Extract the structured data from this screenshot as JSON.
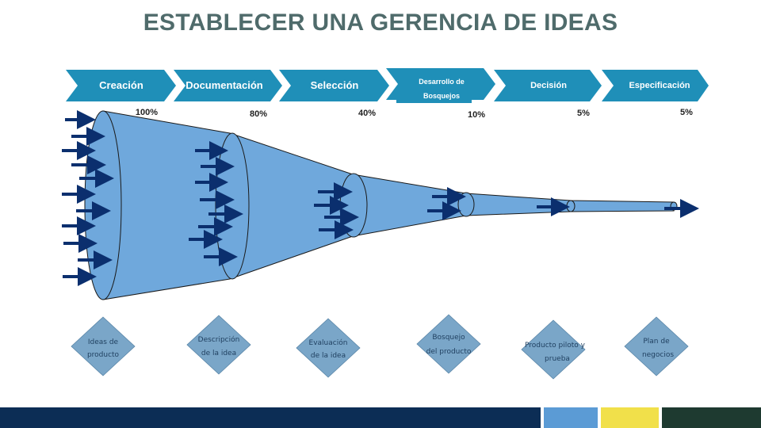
{
  "title": "ESTABLECER UNA GERENCIA DE IDEAS",
  "stages": [
    {
      "label": "Creación"
    },
    {
      "label": "Documentación"
    },
    {
      "label": "Selección"
    },
    {
      "label_lines": [
        "Desarrollo de",
        "Bosquejos"
      ]
    },
    {
      "label": "Decisión"
    },
    {
      "label": "Especificación"
    }
  ],
  "percentages": [
    "100%",
    "80%",
    "40%",
    "10%",
    "5%",
    "5%"
  ],
  "outputs": [
    {
      "lines": [
        "Ideas de",
        "producto"
      ]
    },
    {
      "lines": [
        "Descripción",
        "de la idea"
      ]
    },
    {
      "lines": [
        "Evaluación",
        "de la idea"
      ]
    },
    {
      "lines": [
        "Bosquejo",
        "del producto"
      ]
    },
    {
      "lines": [
        "Producto piloto y",
        "prueba"
      ]
    },
    {
      "lines": [
        "Plan de",
        "negocios"
      ]
    }
  ],
  "colors": {
    "title": "#4f6b6b",
    "chevron": "#1f8fb8",
    "funnel": "#6fa8dc",
    "arrow": "#0b2f6e",
    "diamond": "#7aa6c8",
    "footer": [
      "#0c2d55",
      "#5b9bd5",
      "#f1e04a",
      "#1e3a30"
    ]
  }
}
